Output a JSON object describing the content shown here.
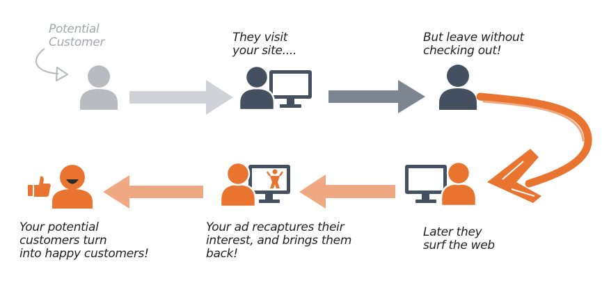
{
  "steps": {
    "potential": {
      "lines": [
        "Potential",
        "Customer"
      ]
    },
    "visit": {
      "lines": [
        "They visit",
        "your site...."
      ]
    },
    "leave": {
      "lines": [
        "But leave without",
        "checking out!"
      ]
    },
    "surf": {
      "lines": [
        "Later they",
        "surf the web"
      ]
    },
    "recapture": {
      "lines": [
        "Your ad recaptures their",
        "interest, and brings them",
        "back!"
      ]
    },
    "happy": {
      "lines": [
        "Your potential",
        "customers turn",
        "into happy customers!"
      ]
    }
  },
  "icons": {
    "potential": "user-icon",
    "visit": "user-with-monitor-icon",
    "leave": "user-icon",
    "surf": "monitor-with-user-icon",
    "recapture": "user-with-ad-monitor-icon",
    "happy": "happy-user-thumbs-up-icon"
  },
  "colors": {
    "light_grey": "#b8bcc0",
    "slate": "#44505f",
    "arrow_grey": "#7d8590",
    "arrow_light": "#cfd3d7",
    "orange": "#e8742f",
    "orange_light": "#f0a882"
  }
}
